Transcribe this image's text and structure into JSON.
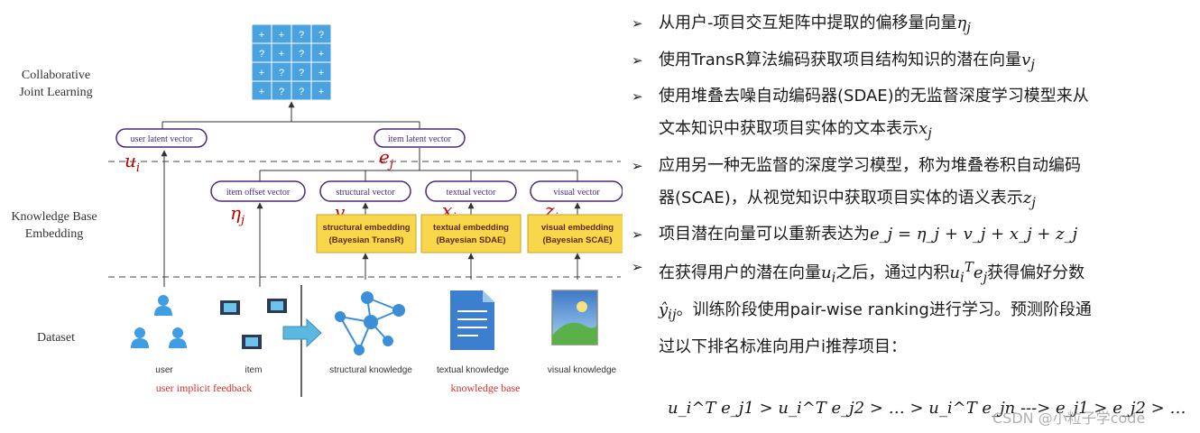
{
  "diagram": {
    "layers": {
      "collab": [
        "Collaborative",
        "Joint Learning"
      ],
      "kb": [
        "Knowledge Base",
        "Embedding"
      ],
      "dataset": "Dataset"
    },
    "matrix_cells": [
      [
        "+",
        "+",
        "?",
        "?"
      ],
      [
        "?",
        "+",
        "?",
        "+"
      ],
      [
        "+",
        "?",
        "?",
        "+"
      ],
      [
        "+",
        "?",
        "?",
        "+"
      ]
    ],
    "vectors": {
      "user_latent": "user latent vector",
      "item_latent": "item latent vector",
      "item_offset": "item offset vector",
      "structural": "structural vector",
      "textual": "textual vector",
      "visual": "visual vector"
    },
    "math_labels": {
      "u": "u",
      "u_sub": "i",
      "e": "e",
      "e_sub": "j",
      "eta": "η",
      "eta_sub": "j",
      "v": "v",
      "v_sub": "j",
      "x": "x",
      "x_sub": "j",
      "z": "z",
      "z_sub": "j"
    },
    "embeddings": {
      "structural": [
        "structural embedding",
        "(Bayesian TransR)"
      ],
      "textual": [
        "textual embedding",
        "(Bayesian SDAE)"
      ],
      "visual": [
        "visual embedding",
        "(Bayesian SCAE)"
      ]
    },
    "dataset_labels": {
      "user": "user",
      "item": "item",
      "structural_knowledge": "structural knowledge",
      "textual_knowledge": "textual knowledge",
      "visual_knowledge": "visual knowledge"
    },
    "group_labels": {
      "feedback": "user implicit feedback",
      "kb": "knowledge base"
    }
  },
  "bullets": [
    {
      "text": "从用户-项目交互矩阵中提取的偏移量向量",
      "math": "η",
      "sub": "j"
    },
    {
      "text": "使用TransR算法编码获取项目结构知识的潜在向量",
      "math": "v",
      "sub": "j"
    },
    {
      "lines": [
        "使用堆叠去噪自动编码器(SDAE)的无监督深度学习模型来从",
        "文本知识中获取项目实体的文本表示"
      ],
      "math": "x",
      "sub": "j"
    },
    {
      "lines": [
        "应用另一种无监督的深度学习模型，称为堆叠卷积自动编码",
        "器(SCAE)，从视觉知识中获取项目实体的语义表示"
      ],
      "math": "z",
      "sub": "j"
    },
    {
      "text": "项目潜在向量可以重新表达为",
      "equation": "e_j = η_j + v_j + x_j + z_j"
    },
    {
      "line1_a": "在获得用户的潜在向量",
      "line1_b": "之后，通过内积",
      "line1_c": "获得偏好分数",
      "line2": "训练阶段使用pair-wise ranking进行学习。预测阶段通",
      "line3": "过以下排名标准向用户i推荐项目："
    }
  ],
  "formula": "u_i^T e_j1 > u_i^T e_j2 > … > u_i^T e_jn ---> e_j1 > e_j2 > …",
  "watermark": "CSDN @小粒子学code",
  "colors": {
    "matrix_fill": "#4aa3df",
    "embedding_fill": "#f8d74a",
    "arrow_fill": "#5cb8e0",
    "math_red": "#c00000",
    "group_label_red": "#d9322b",
    "node_blue": "#3b8fd9"
  }
}
